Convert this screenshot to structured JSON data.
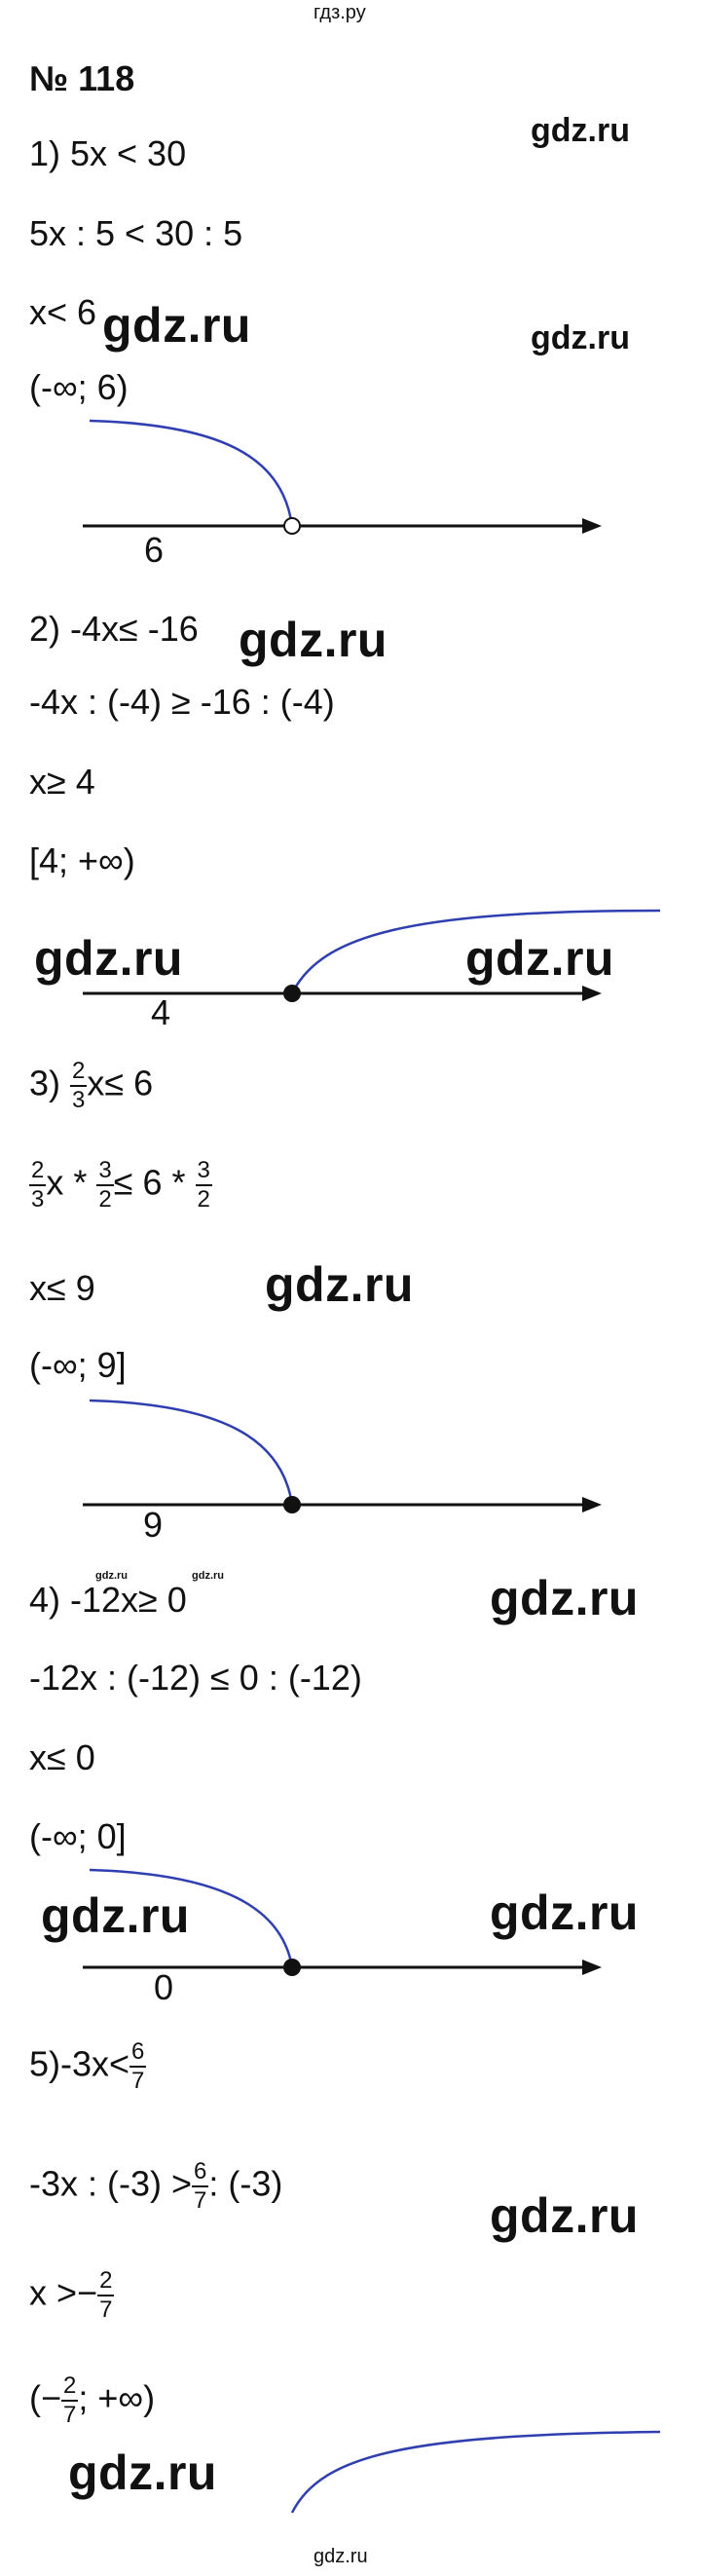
{
  "header": {
    "site_top": "гдз.ру"
  },
  "watermark": {
    "text": "gdz.ru"
  },
  "title": "№ 118",
  "task1": {
    "line1": "1) 5x < 30",
    "line2": "5x : 5 < 30 : 5",
    "line3": "x< 6",
    "line4": "(-∞; 6)",
    "axis_label": "6"
  },
  "task2": {
    "line1": "2) -4x≤ -16",
    "line2": "-4x : (-4) ≥ -16 : (-4)",
    "line3": "x≥ 4",
    "line4": "[4; +∞)",
    "axis_label": "4"
  },
  "task3": {
    "prefix": "3) ",
    "frac_a": {
      "num": "2",
      "den": "3"
    },
    "line1_rest": "x≤ 6",
    "frac_b": {
      "num": "2",
      "den": "3"
    },
    "line2_mid": "x * ",
    "frac_c": {
      "num": "3",
      "den": "2"
    },
    "line2_mid2": "≤ 6 * ",
    "frac_d": {
      "num": "3",
      "den": "2"
    },
    "line3": "x≤ 9",
    "line4": "(-∞; 9]",
    "axis_label": "9"
  },
  "task4": {
    "line1": "4) -12x≥ 0",
    "line2": "-12x : (-12) ≤ 0 : (-12)",
    "line3": "x≤ 0",
    "line4": "(-∞; 0]",
    "axis_label": "0"
  },
  "task5": {
    "line1_pre": "5)-3x<",
    "frac_a": {
      "num": "6",
      "den": "7"
    },
    "line2_pre": "-3x : (-3) >",
    "frac_b": {
      "num": "6",
      "den": "7"
    },
    "line2_post": ": (-3)",
    "line3_pre": "x >−",
    "frac_c": {
      "num": "2",
      "den": "7"
    },
    "line4_pre": "(−",
    "frac_d": {
      "num": "2",
      "den": "7"
    },
    "line4_post": "; +∞)"
  },
  "colors": {
    "curve": "#2f3fb0",
    "axis": "#111111",
    "text": "#111111"
  }
}
